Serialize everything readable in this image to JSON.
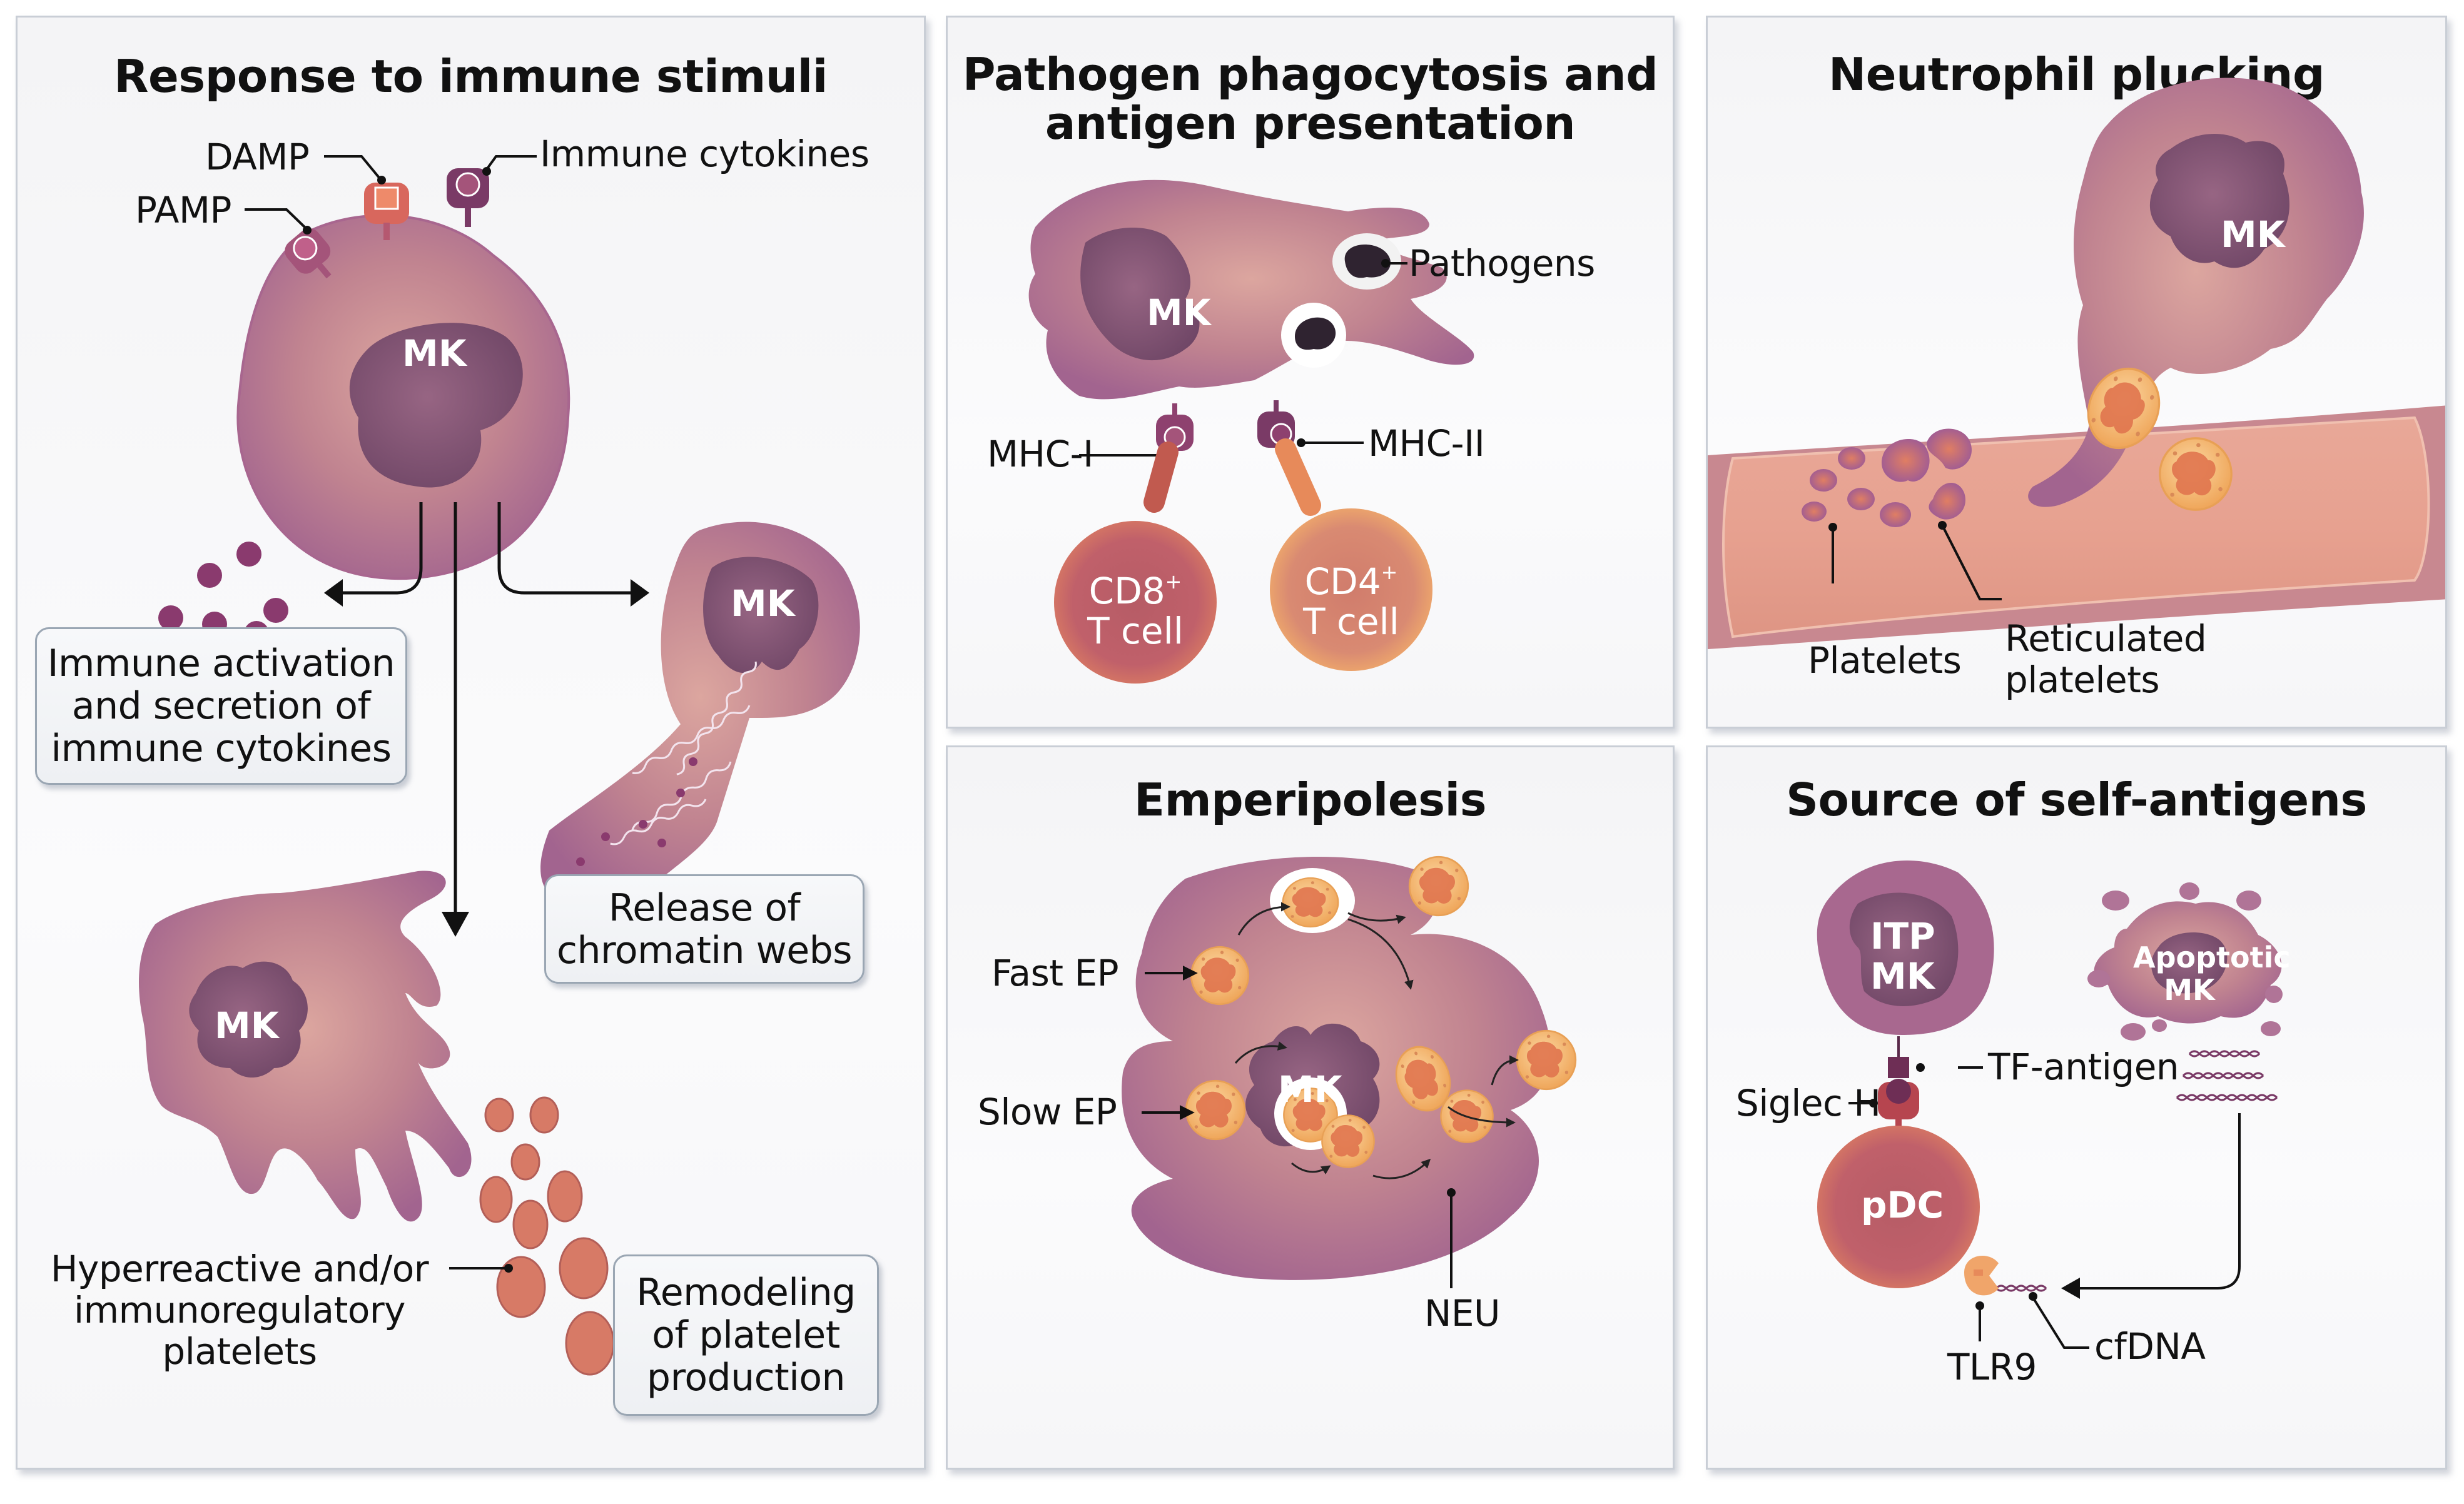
{
  "figure": {
    "panels": {
      "immune_stimuli": {
        "title": "Response to immune stimuli",
        "labels": {
          "damp": "DAMP",
          "pamp": "PAMP",
          "immune_cytokines": "Immune cytokines",
          "mk_main": "MK",
          "mk_web": "MK",
          "mk_platelet": "MK",
          "hyperreactive_line1": "Hyperreactive and/or",
          "hyperreactive_line2": "immunoregulatory",
          "hyperreactive_line3": "platelets"
        },
        "boxes": {
          "immune_activation": [
            "Immune activation",
            "and secretion of",
            "immune cytokines"
          ],
          "chromatin_webs": [
            "Release of",
            "chromatin webs"
          ],
          "remodeling": [
            "Remodeling",
            "of platelet",
            "production"
          ]
        }
      },
      "phagocytosis": {
        "title_line1": "Pathogen phagocytosis and",
        "title_line2": "antigen presentation",
        "labels": {
          "mk": "MK",
          "pathogens": "Pathogens",
          "mhc1": "MHC-I",
          "mhc2": "MHC-II",
          "cd8_name": "CD8",
          "cd8_sup": "+",
          "cd8_line2": "T cell",
          "cd4_name": "CD4",
          "cd4_sup": "+",
          "cd4_line2": "T cell"
        }
      },
      "neutrophil_plucking": {
        "title": "Neutrophil plucking",
        "labels": {
          "mk": "MK",
          "platelets": "Platelets",
          "reticulated_line1": "Reticulated",
          "reticulated_line2": "platelets"
        }
      },
      "emperipolesis": {
        "title": "Emperipolesis",
        "labels": {
          "mk": "MK",
          "fast_ep": "Fast EP",
          "slow_ep": "Slow EP",
          "neu": "NEU"
        }
      },
      "self_antigens": {
        "title": "Source of self-antigens",
        "labels": {
          "itp_line1": "ITP",
          "itp_line2": "MK",
          "apoptotic_line1": "Apoptotic",
          "apoptotic_line2": "MK",
          "tf_antigen": "TF-antigen",
          "siglec_h": "Siglec H",
          "pdc": "pDC",
          "tlr9": "TLR9",
          "cfdna": "cfDNA"
        }
      }
    },
    "colors": {
      "mk_cytoplasm": "#a7678f",
      "mk_nucleus": "#7a4c6c",
      "platelet": "#d9826f",
      "neutrophil": "#f2b15f",
      "vessel": "#e6a291",
      "t_cell_cd8": "#d9705c",
      "t_cell_cd4": "#f0a56a",
      "pathogen": "#2f2330"
    }
  }
}
